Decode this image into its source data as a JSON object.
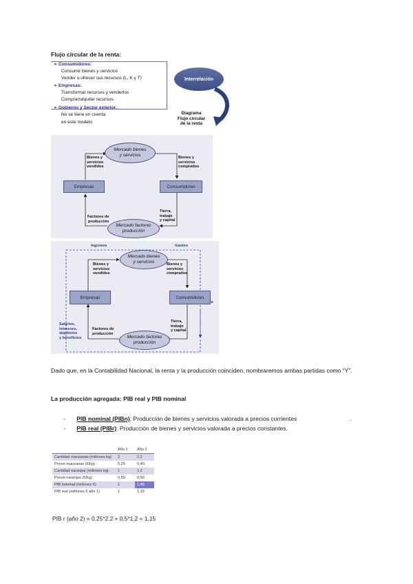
{
  "title": "Flujo circular de la renta:",
  "list": {
    "items": [
      {
        "type": "header",
        "text": "Consumidores:"
      },
      {
        "type": "line",
        "text": "Consumir bienes y servicios"
      },
      {
        "type": "line",
        "text": "Vender u ofrecer sus recursos (L, K y T)"
      },
      {
        "type": "header",
        "text": "Empresas:"
      },
      {
        "type": "line",
        "text": "Transformar recursos y venderlos"
      },
      {
        "type": "line",
        "text": "Comprar/alquilar recursos"
      },
      {
        "type": "header",
        "text": "Gobierno y Sector exterior:"
      },
      {
        "type": "line",
        "text": "No se tiene en cuenta"
      },
      {
        "type": "line",
        "text": "en este modelo"
      }
    ],
    "oval_label": "Interrelación",
    "caption": [
      "Diagrama",
      "Flujo circular",
      "de la renta"
    ]
  },
  "diagram1": {
    "market_goods": [
      "Mercado bienes",
      "y servicios"
    ],
    "firms": "Empresas",
    "consumers": "Consumidores",
    "market_factors": [
      "Mercado factores",
      "producción"
    ],
    "goods_sold": [
      "Bienes y",
      "servicios",
      "vendidos"
    ],
    "goods_bought": [
      "Bienes y",
      "servicios",
      "comprados"
    ],
    "factors": [
      "Factores de",
      "producción"
    ],
    "land": [
      "Tierra,",
      "trabajo",
      "y capital"
    ]
  },
  "diagram2": {
    "ingresos": "Ingresos",
    "gastos": "Gastos",
    "renta": "Renta",
    "market_goods": [
      "Mercado bienes",
      "y servicios"
    ],
    "firms": "Empresas",
    "consumers": "Consumidores",
    "market_factors": [
      "Mercado factores",
      "producción"
    ],
    "goods_sold": [
      "Bienes y",
      "servicios",
      "vendidos"
    ],
    "goods_bought": [
      "Bienes y",
      "servicios",
      "comprados"
    ],
    "factors": [
      "Factores de",
      "producción"
    ],
    "land": [
      "Tierra,",
      "trabajo",
      "y capital"
    ],
    "payments": [
      "Salarios,",
      "intereses,",
      "alquileres",
      "y beneficios"
    ]
  },
  "paragraph": "Dado que, en la Contabilidad Nacional, la renta y la producción coinciden, nombraremos ambas partidas como “Y”.",
  "section_heading": "La producción agregada: PIB real y PIB nominal",
  "definitions": [
    {
      "term": "PIB nominal (PIBn)",
      "rest": ": Producción de bienes y servicios valorada a precios corrientes",
      "tail": "."
    },
    {
      "term": "PIB real (PIBr)",
      "rest": ": Producción de bienes y servicios valorada a precios constantes.",
      "tail": ""
    }
  ],
  "table": {
    "headers": [
      "",
      "Año 1",
      "Año 2"
    ],
    "rows": [
      [
        "Cantidad manzanas (millones kg)",
        "2",
        "2,2"
      ],
      [
        "Precio manzanas (€/kg)",
        "0,25",
        "0,40"
      ],
      [
        "Cantidad naranjas (millones kg)",
        "1",
        "1,2"
      ],
      [
        "Precio naranjas (€/kg)",
        "0,50",
        "0,50"
      ],
      [
        "PIB nominal (millones €)",
        "1",
        "1,46"
      ],
      [
        "PIB real (millones € año 1)",
        "1",
        "1,15"
      ]
    ]
  },
  "formula": "PIB r (año 2) = 0.25*2.2 + 0.5*1.2 = 1,15"
}
